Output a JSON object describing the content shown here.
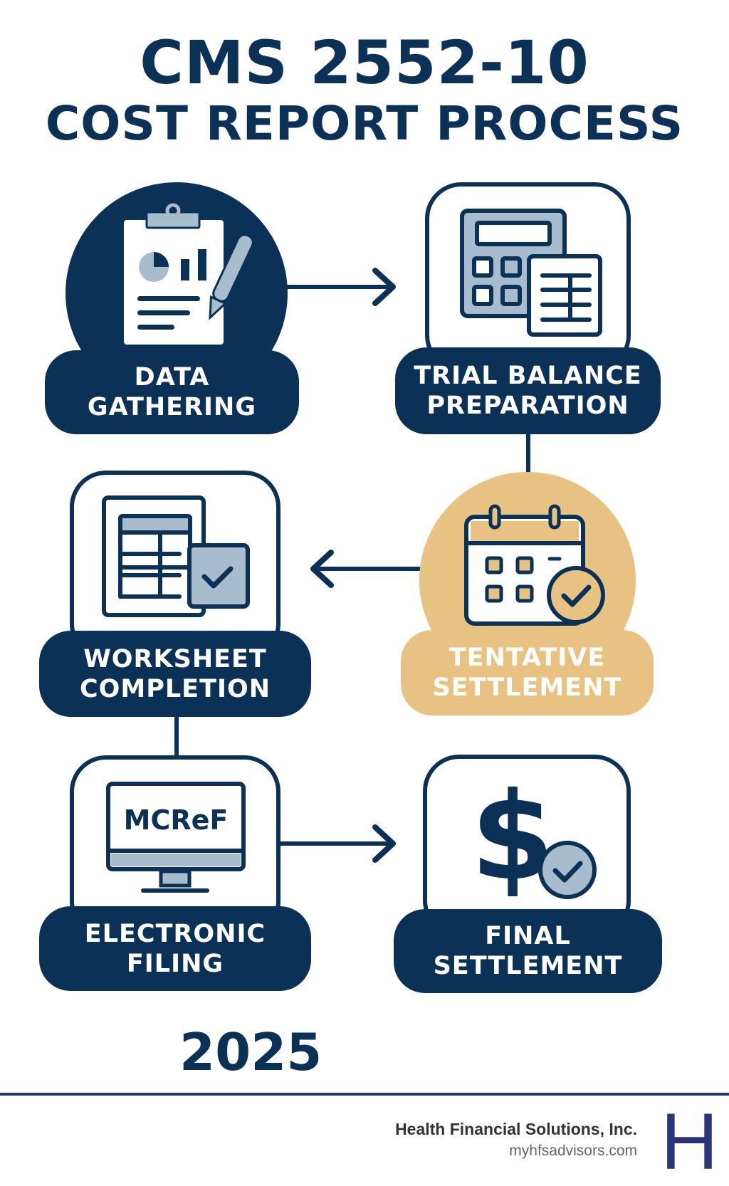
{
  "header": {
    "title_line1": "CMS 2552-10",
    "title_line2": "COST REPORT PROCESS"
  },
  "steps": [
    {
      "id": "data-gathering",
      "label_line1": "DATA",
      "label_line2": "GATHERING",
      "icon": "clipboard-chart-pen-icon",
      "style": "navy-circle"
    },
    {
      "id": "trial-balance",
      "label_line1": "TRIAL BALANCE",
      "label_line2": "PREPARATION",
      "icon": "calculator-spreadsheet-icon",
      "style": "outlined-box"
    },
    {
      "id": "tentative-settlement",
      "label_line1": "TENTATIVE",
      "label_line2": "SETTLEMENT",
      "icon": "calendar-check-icon",
      "style": "tan-circle"
    },
    {
      "id": "worksheet-completion",
      "label_line1": "WORKSHEET",
      "label_line2": "COMPLETION",
      "icon": "worksheet-check-icon",
      "style": "outlined-box"
    },
    {
      "id": "electronic-filing",
      "label_line1": "ELECTRONIC",
      "label_line2": "FILING",
      "icon": "monitor-icon",
      "monitor_text": "MCReF",
      "style": "outlined-box"
    },
    {
      "id": "final-settlement",
      "label_line1": "FINAL",
      "label_line2": "SETTLEMENT",
      "icon": "dollar-check-icon",
      "style": "outlined-box"
    }
  ],
  "flow": [
    {
      "from": "data-gathering",
      "to": "trial-balance",
      "type": "arrow"
    },
    {
      "from": "trial-balance",
      "to": "tentative-settlement",
      "type": "connector"
    },
    {
      "from": "tentative-settlement",
      "to": "worksheet-completion",
      "type": "arrow"
    },
    {
      "from": "worksheet-completion",
      "to": "electronic-filing",
      "type": "connector"
    },
    {
      "from": "electronic-filing",
      "to": "final-settlement",
      "type": "arrow"
    }
  ],
  "year": "2025",
  "footer": {
    "company": "Health Financial Solutions, Inc.",
    "website": "myhfsadvisors.com",
    "logo_letter": "H"
  },
  "colors": {
    "navy": "#0b3157",
    "tan": "#e8c283",
    "light_blue": "#a7bccd",
    "indigo": "#2a3478"
  }
}
